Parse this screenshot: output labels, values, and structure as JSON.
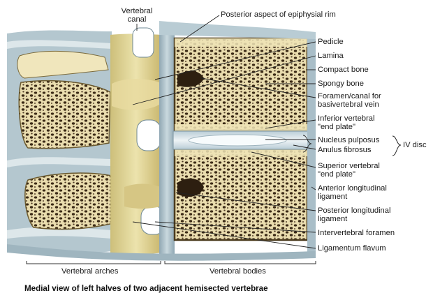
{
  "labels": {
    "vertebral_canal": "Vertebral canal",
    "posterior_epiphysial_rim": "Posterior aspect of epiphysial rim",
    "pedicle": "Pedicle",
    "lamina": "Lamina",
    "compact_bone": "Compact bone",
    "spongy_bone": "Spongy bone",
    "foramen_canal": "Foramen/canal for basivertebral vein",
    "inferior_end_plate": "Inferior vertebral \"end plate\"",
    "nucleus_pulposus": "Nucleus pulposus",
    "anulus_fibrosus": "Anulus fibrosus",
    "iv_disc": "IV disc",
    "superior_end_plate": "Superior vertebral \"end plate\"",
    "anterior_longitudinal_ligament": "Anterior longitudinal ligament",
    "posterior_longitudinal_ligament": "Posterior longitudinal ligament",
    "intervertebral_foramen": "Intervertebral foramen",
    "ligamentum_flavum": "Ligamentum flavum",
    "vertebral_arches": "Vertebral arches",
    "vertebral_bodies": "Vertebral bodies"
  },
  "caption": "Medial view of left halves of two adjacent hemisected vertebrae"
}
